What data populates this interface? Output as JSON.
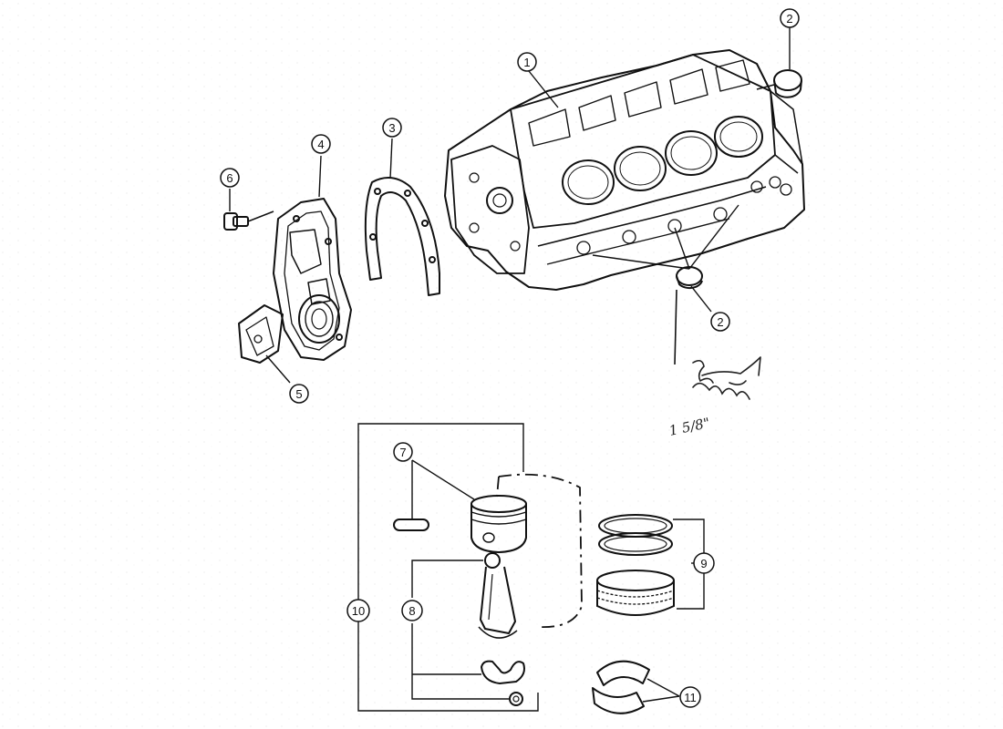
{
  "callouts": {
    "block": "1",
    "plug_top": "2",
    "plug_bottom": "2",
    "gasket": "3",
    "cover": "4",
    "bracket": "5",
    "bolt": "6",
    "piston": "7",
    "rod": "8",
    "rings": "9",
    "assembly": "10",
    "bearings": "11"
  },
  "handwritten_note": "1 5/8\"",
  "colors": {
    "ink": "#111111",
    "paper": "#ffffff"
  }
}
